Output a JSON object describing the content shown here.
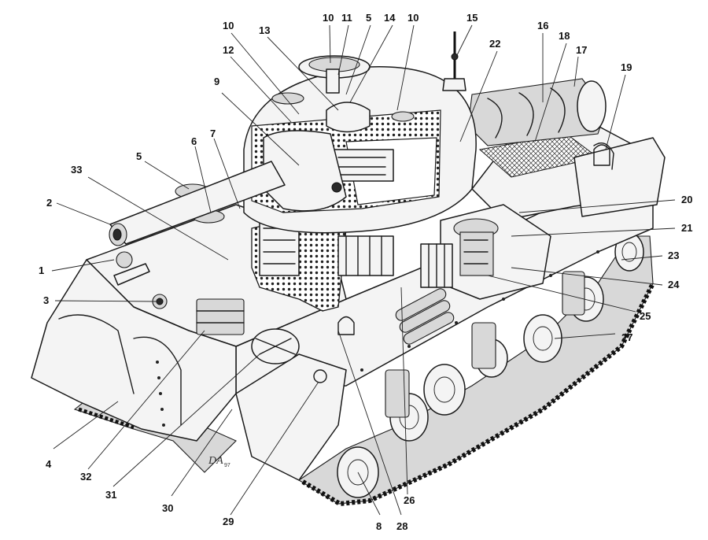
{
  "diagram": {
    "labels": [
      "1",
      "2",
      "3",
      "4",
      "5",
      "6",
      "7",
      "8",
      "9",
      "10",
      "11",
      "12",
      "13",
      "14",
      "15",
      "16",
      "17",
      "18",
      "19",
      "20",
      "21",
      "22",
      "23",
      "24",
      "25",
      "26",
      "27",
      "28",
      "29",
      "30",
      "31",
      "32",
      "33"
    ],
    "extra_labels": [
      "5",
      "10"
    ],
    "signature": {
      "initials": "DA",
      "year": "97"
    }
  }
}
